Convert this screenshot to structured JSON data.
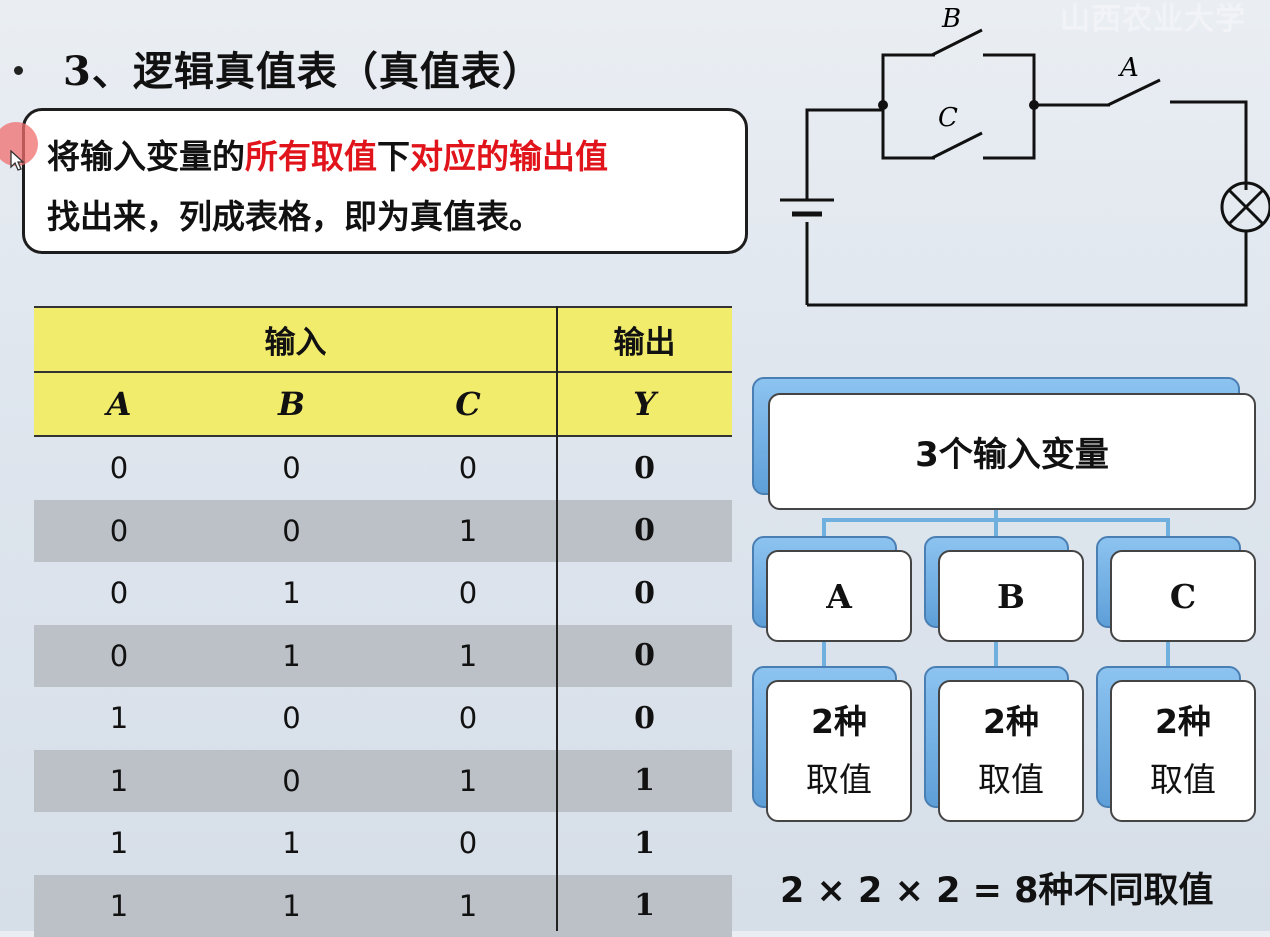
{
  "watermark": "山西农业大学",
  "title": "3、逻辑真值表（真值表）",
  "definition": {
    "part1": "将输入变量的",
    "part2_red": "所有取值",
    "part3": "下",
    "part4_red": "对应的输出值",
    "line2": "找出来，列成表格，即为真值表。"
  },
  "truth_table": {
    "group_input": "输入",
    "group_output": "输出",
    "columns": [
      "A",
      "B",
      "C",
      "Y"
    ],
    "rows": [
      [
        "0",
        "0",
        "0",
        "0"
      ],
      [
        "0",
        "0",
        "1",
        "0"
      ],
      [
        "0",
        "1",
        "0",
        "0"
      ],
      [
        "0",
        "1",
        "1",
        "0"
      ],
      [
        "1",
        "0",
        "0",
        "0"
      ],
      [
        "1",
        "0",
        "1",
        "1"
      ],
      [
        "1",
        "1",
        "0",
        "1"
      ],
      [
        "1",
        "1",
        "1",
        "1"
      ]
    ]
  },
  "circuit": {
    "labels": [
      "B",
      "C",
      "A"
    ]
  },
  "hierarchy": {
    "root": "3个输入变量",
    "vars": [
      "A",
      "B",
      "C"
    ],
    "values_line1": "2种",
    "values_line2": "取值"
  },
  "formula": "2 × 2 × 2 = 8种不同取值"
}
